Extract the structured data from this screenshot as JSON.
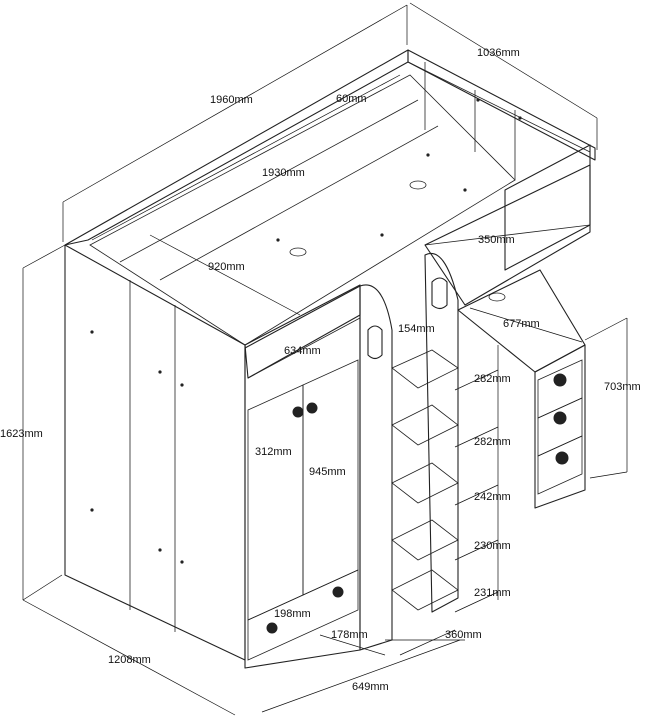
{
  "dimensions": {
    "total_length": "1960mm",
    "depth": "1036mm",
    "guard_rail": "60mm",
    "mattress_length": "1930mm",
    "mattress_width": "920mm",
    "shelf_width": "350mm",
    "ladder_width": "154mm",
    "desk_length": "677mm",
    "wardrobe_width": "634mm",
    "height_total": "1623mm",
    "door_width": "312mm",
    "door_height": "945mm",
    "step_1": "282mm",
    "step_2": "282mm",
    "step_3": "242mm",
    "step_4": "230mm",
    "step_5": "231mm",
    "desk_height": "703mm",
    "drawer_height": "198mm",
    "plinth": "178mm",
    "ladder_depth": "360mm",
    "base_depth": "1208mm",
    "base_width": "649mm"
  }
}
